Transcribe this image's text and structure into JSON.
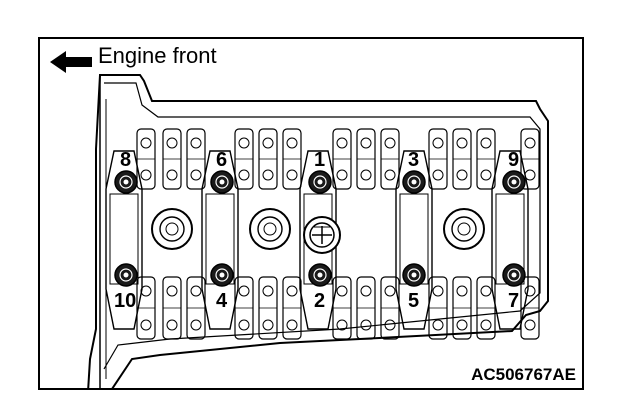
{
  "header": {
    "direction_label": "Engine front"
  },
  "figure_code": "AC506767AE",
  "bolts": [
    {
      "label": "1"
    },
    {
      "label": "2"
    },
    {
      "label": "3"
    },
    {
      "label": "4"
    },
    {
      "label": "5"
    },
    {
      "label": "6"
    },
    {
      "label": "7"
    },
    {
      "label": "8"
    },
    {
      "label": "9"
    },
    {
      "label": "10"
    }
  ],
  "colors": {
    "line": "#000000",
    "background": "#ffffff",
    "bolt_dark": "#1a1a1a"
  }
}
